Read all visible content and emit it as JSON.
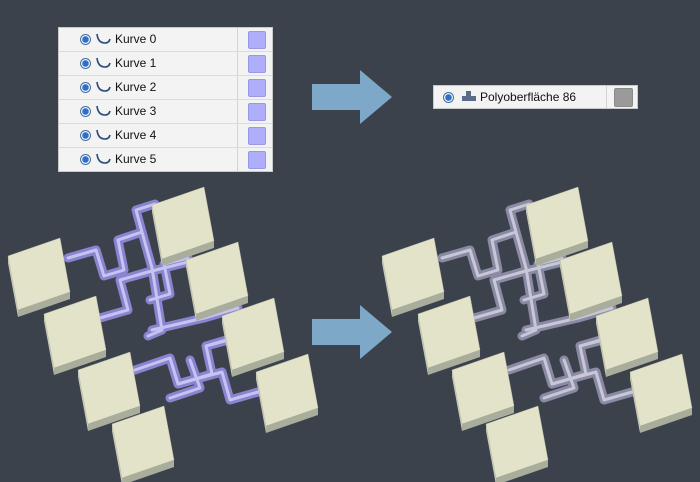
{
  "curve_list": {
    "items": [
      {
        "label": "Kurve 0"
      },
      {
        "label": "Kurve 1"
      },
      {
        "label": "Kurve 2"
      },
      {
        "label": "Kurve 3"
      },
      {
        "label": "Kurve 4"
      },
      {
        "label": "Kurve 5"
      }
    ],
    "swatch_color": "#aeaefa"
  },
  "result_list": {
    "item": {
      "label": "Polyoberfläche 86"
    },
    "swatch_color": "#9a9a9a"
  },
  "colors": {
    "background": "#3b424b",
    "arrow": "#7ea8c8",
    "pad_top": "#e2e2c8",
    "curve": "#b9b4ee"
  }
}
